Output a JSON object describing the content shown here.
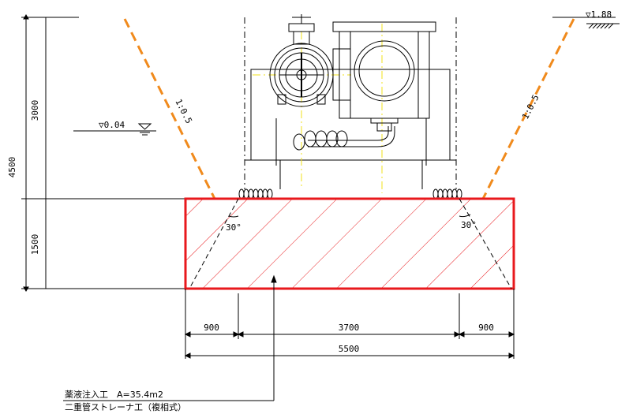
{
  "levels": {
    "ground": "▽1.88",
    "water": "▽0.04"
  },
  "slopes": {
    "left": "1:0.5",
    "right": "1:0.5"
  },
  "angles": {
    "left": "30°",
    "right": "30°"
  },
  "vertical_dims": {
    "total": "4500",
    "upper": "3000",
    "lower": "1500"
  },
  "horizontal_dims": {
    "left": "900",
    "middle": "3700",
    "right": "900",
    "total": "5500"
  },
  "note": {
    "line1": "薬液注入工　A=35.4m2",
    "line2": "二重管ストレーナ工（複相式）"
  },
  "colors": {
    "excavation_slope": "#f08a1c",
    "injection_zone": "#e8191d",
    "centerline": "#f2e11a",
    "lines": "#000000"
  }
}
